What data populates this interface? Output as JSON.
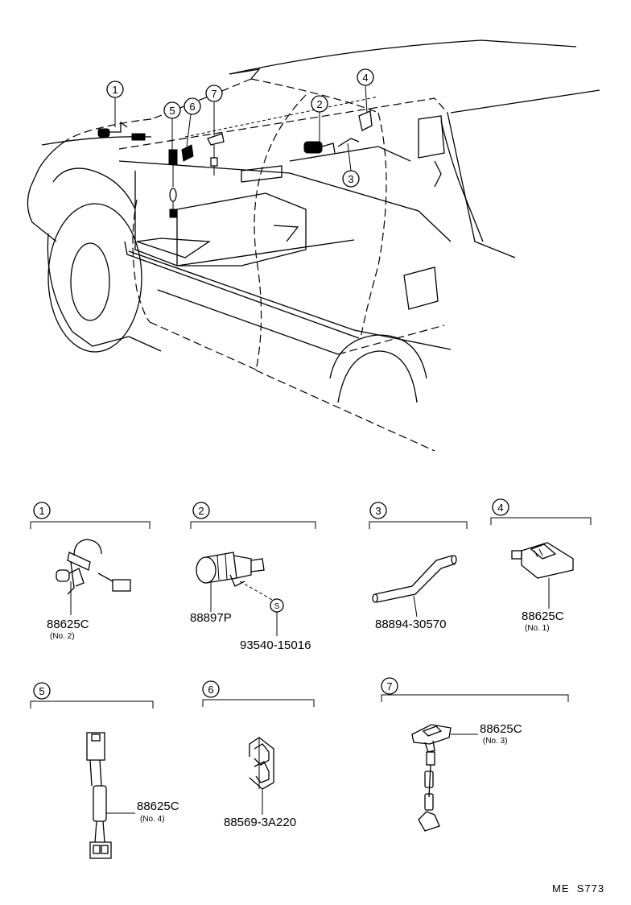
{
  "overview": {
    "callouts": [
      {
        "num": "1"
      },
      {
        "num": "2"
      },
      {
        "num": "3"
      },
      {
        "num": "4"
      },
      {
        "num": "5"
      },
      {
        "num": "6"
      },
      {
        "num": "7"
      }
    ]
  },
  "details": [
    {
      "num": "1",
      "parts": [
        {
          "part_no": "88625C",
          "sub": "(No. 2)"
        }
      ]
    },
    {
      "num": "2",
      "parts": [
        {
          "part_no": "88897P"
        },
        {
          "part_no": "93540-15016",
          "marker": "S"
        }
      ]
    },
    {
      "num": "3",
      "parts": [
        {
          "part_no": "88894-30570"
        }
      ]
    },
    {
      "num": "4",
      "parts": [
        {
          "part_no": "88625C",
          "sub": "(No. 1)"
        }
      ]
    },
    {
      "num": "5",
      "parts": [
        {
          "part_no": "88625C",
          "sub": "(No. 4)"
        }
      ]
    },
    {
      "num": "6",
      "parts": [
        {
          "part_no": "88569-3A220"
        }
      ]
    },
    {
      "num": "7",
      "parts": [
        {
          "part_no": "88625C",
          "sub": "(No. 3)"
        }
      ]
    }
  ],
  "footer": {
    "code": "ME  S773"
  }
}
